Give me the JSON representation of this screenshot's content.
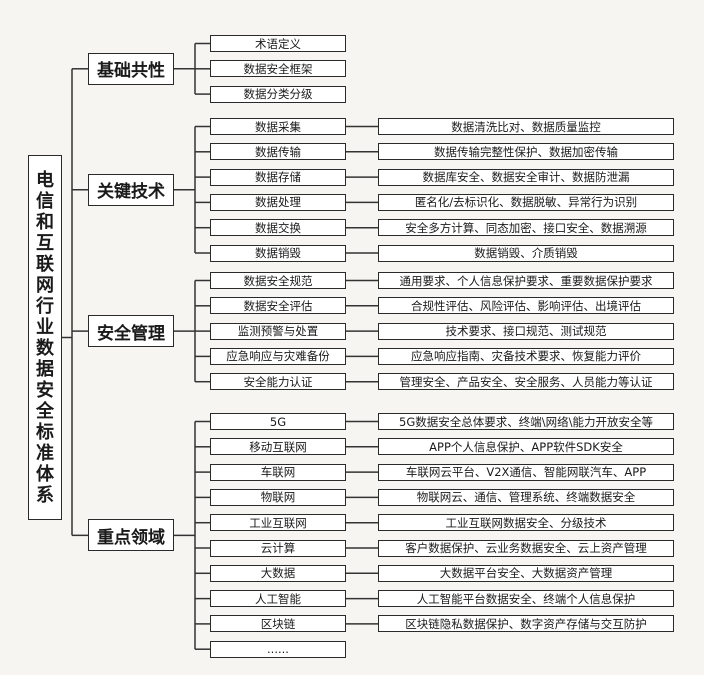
{
  "root": {
    "title": "电信和互联网行业数据安全标准体系"
  },
  "categories": [
    {
      "label": "基础共性",
      "items": [
        {
          "label": "术语定义"
        },
        {
          "label": "数据安全框架"
        },
        {
          "label": "数据分类分级"
        }
      ]
    },
    {
      "label": "关键技术",
      "items": [
        {
          "label": "数据采集",
          "detail": "数据清洗比对、数据质量监控"
        },
        {
          "label": "数据传输",
          "detail": "数据传输完整性保护、数据加密传输"
        },
        {
          "label": "数据存储",
          "detail": "数据库安全、数据安全审计、数据防泄漏"
        },
        {
          "label": "数据处理",
          "detail": "匿名化/去标识化、数据脱敏、异常行为识别"
        },
        {
          "label": "数据交换",
          "detail": "安全多方计算、同态加密、接口安全、数据溯源"
        },
        {
          "label": "数据销毁",
          "detail": "数据销毁、介质销毁"
        }
      ]
    },
    {
      "label": "安全管理",
      "items": [
        {
          "label": "数据安全规范",
          "detail": "通用要求、个人信息保护要求、重要数据保护要求"
        },
        {
          "label": "数据安全评估",
          "detail": "合规性评估、风险评估、影响评估、出境评估"
        },
        {
          "label": "监测预警与处置",
          "detail": "技术要求、接口规范、测试规范"
        },
        {
          "label": "应急响应与灾难备份",
          "detail": "应急响应指南、灾备技术要求、恢复能力评价"
        },
        {
          "label": "安全能力认证",
          "detail": "管理安全、产品安全、安全服务、人员能力等认证"
        }
      ]
    },
    {
      "label": "重点领域",
      "items": [
        {
          "label": "5G",
          "detail": "5G数据安全总体要求、终端\\网络\\能力开放安全等"
        },
        {
          "label": "移动互联网",
          "detail": "APP个人信息保护、APP软件SDK安全"
        },
        {
          "label": "车联网",
          "detail": "车联网云平台、V2X通信、智能网联汽车、APP"
        },
        {
          "label": "物联网",
          "detail": "物联网云、通信、管理系统、终端数据安全"
        },
        {
          "label": "工业互联网",
          "detail": "工业互联网数据安全、分级技术"
        },
        {
          "label": "云计算",
          "detail": "客户数据保护、云业务数据安全、云上资产管理"
        },
        {
          "label": "大数据",
          "detail": "大数据平台安全、大数据资产管理"
        },
        {
          "label": "人工智能",
          "detail": "人工智能平台数据安全、终端个人信息保护"
        },
        {
          "label": "区块链",
          "detail": "区块链隐私数据保护、数字资产存储与交互防护"
        },
        {
          "label": "......"
        }
      ]
    }
  ]
}
